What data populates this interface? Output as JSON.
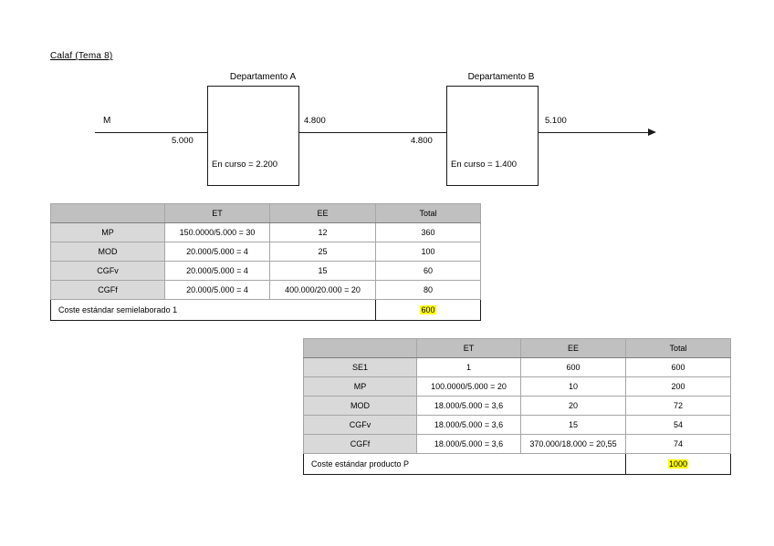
{
  "document": {
    "title": "Calaf (Tema 8)"
  },
  "diagram": {
    "input_label": "M",
    "input_qty": "5.000",
    "dept_a": {
      "caption": "Departamento A",
      "wip_label": "En curso = 2.200",
      "output_qty_top": "4.800"
    },
    "dept_b": {
      "caption": "Departamento B",
      "wip_label": "En curso = 1.400",
      "input_qty_bottom": "4.800",
      "output_qty_top": "5.100"
    }
  },
  "table1": {
    "name": "tabla-semielaborado-1",
    "headers": [
      "",
      "ET",
      "EE",
      "Total"
    ],
    "rows": [
      {
        "label": "MP",
        "et": "150.0000/5.000 = 30",
        "ee": "12",
        "total": "360"
      },
      {
        "label": "MOD",
        "et": "20.000/5.000 = 4",
        "ee": "25",
        "total": "100"
      },
      {
        "label": "CGFv",
        "et": "20.000/5.000 = 4",
        "ee": "15",
        "total": "60"
      },
      {
        "label": "CGFf",
        "et": "20.000/5.000 = 4",
        "ee": "400.000/20.000 = 20",
        "total": "80"
      }
    ],
    "total_row": {
      "label": "Coste estándar semielaborado 1",
      "value": "600",
      "highlight_color": "#ffff00"
    }
  },
  "table2": {
    "name": "tabla-producto-p",
    "headers": [
      "",
      "ET",
      "EE",
      "Total"
    ],
    "rows": [
      {
        "label": "SE1",
        "et": "1",
        "ee": "600",
        "total": "600"
      },
      {
        "label": "MP",
        "et": "100.0000/5.000 = 20",
        "ee": "10",
        "total": "200"
      },
      {
        "label": "MOD",
        "et": "18.000/5.000 = 3,6",
        "ee": "20",
        "total": "72"
      },
      {
        "label": "CGFv",
        "et": "18.000/5.000 = 3,6",
        "ee": "15",
        "total": "54"
      },
      {
        "label": "CGFf",
        "et": "18.000/5.000 = 3,6",
        "ee": "370.000/18.000 = 20,55",
        "total": "74"
      }
    ],
    "total_row": {
      "label": "Coste estándar producto P",
      "value": "1000",
      "highlight_color": "#ffff00"
    }
  },
  "colors": {
    "header_gray": "#c0c0c0",
    "rowlabel_gray": "#d9d9d9",
    "grid_gray": "#a6a6a6",
    "ink": "#1a1a1a",
    "highlight": "#ffff00"
  }
}
